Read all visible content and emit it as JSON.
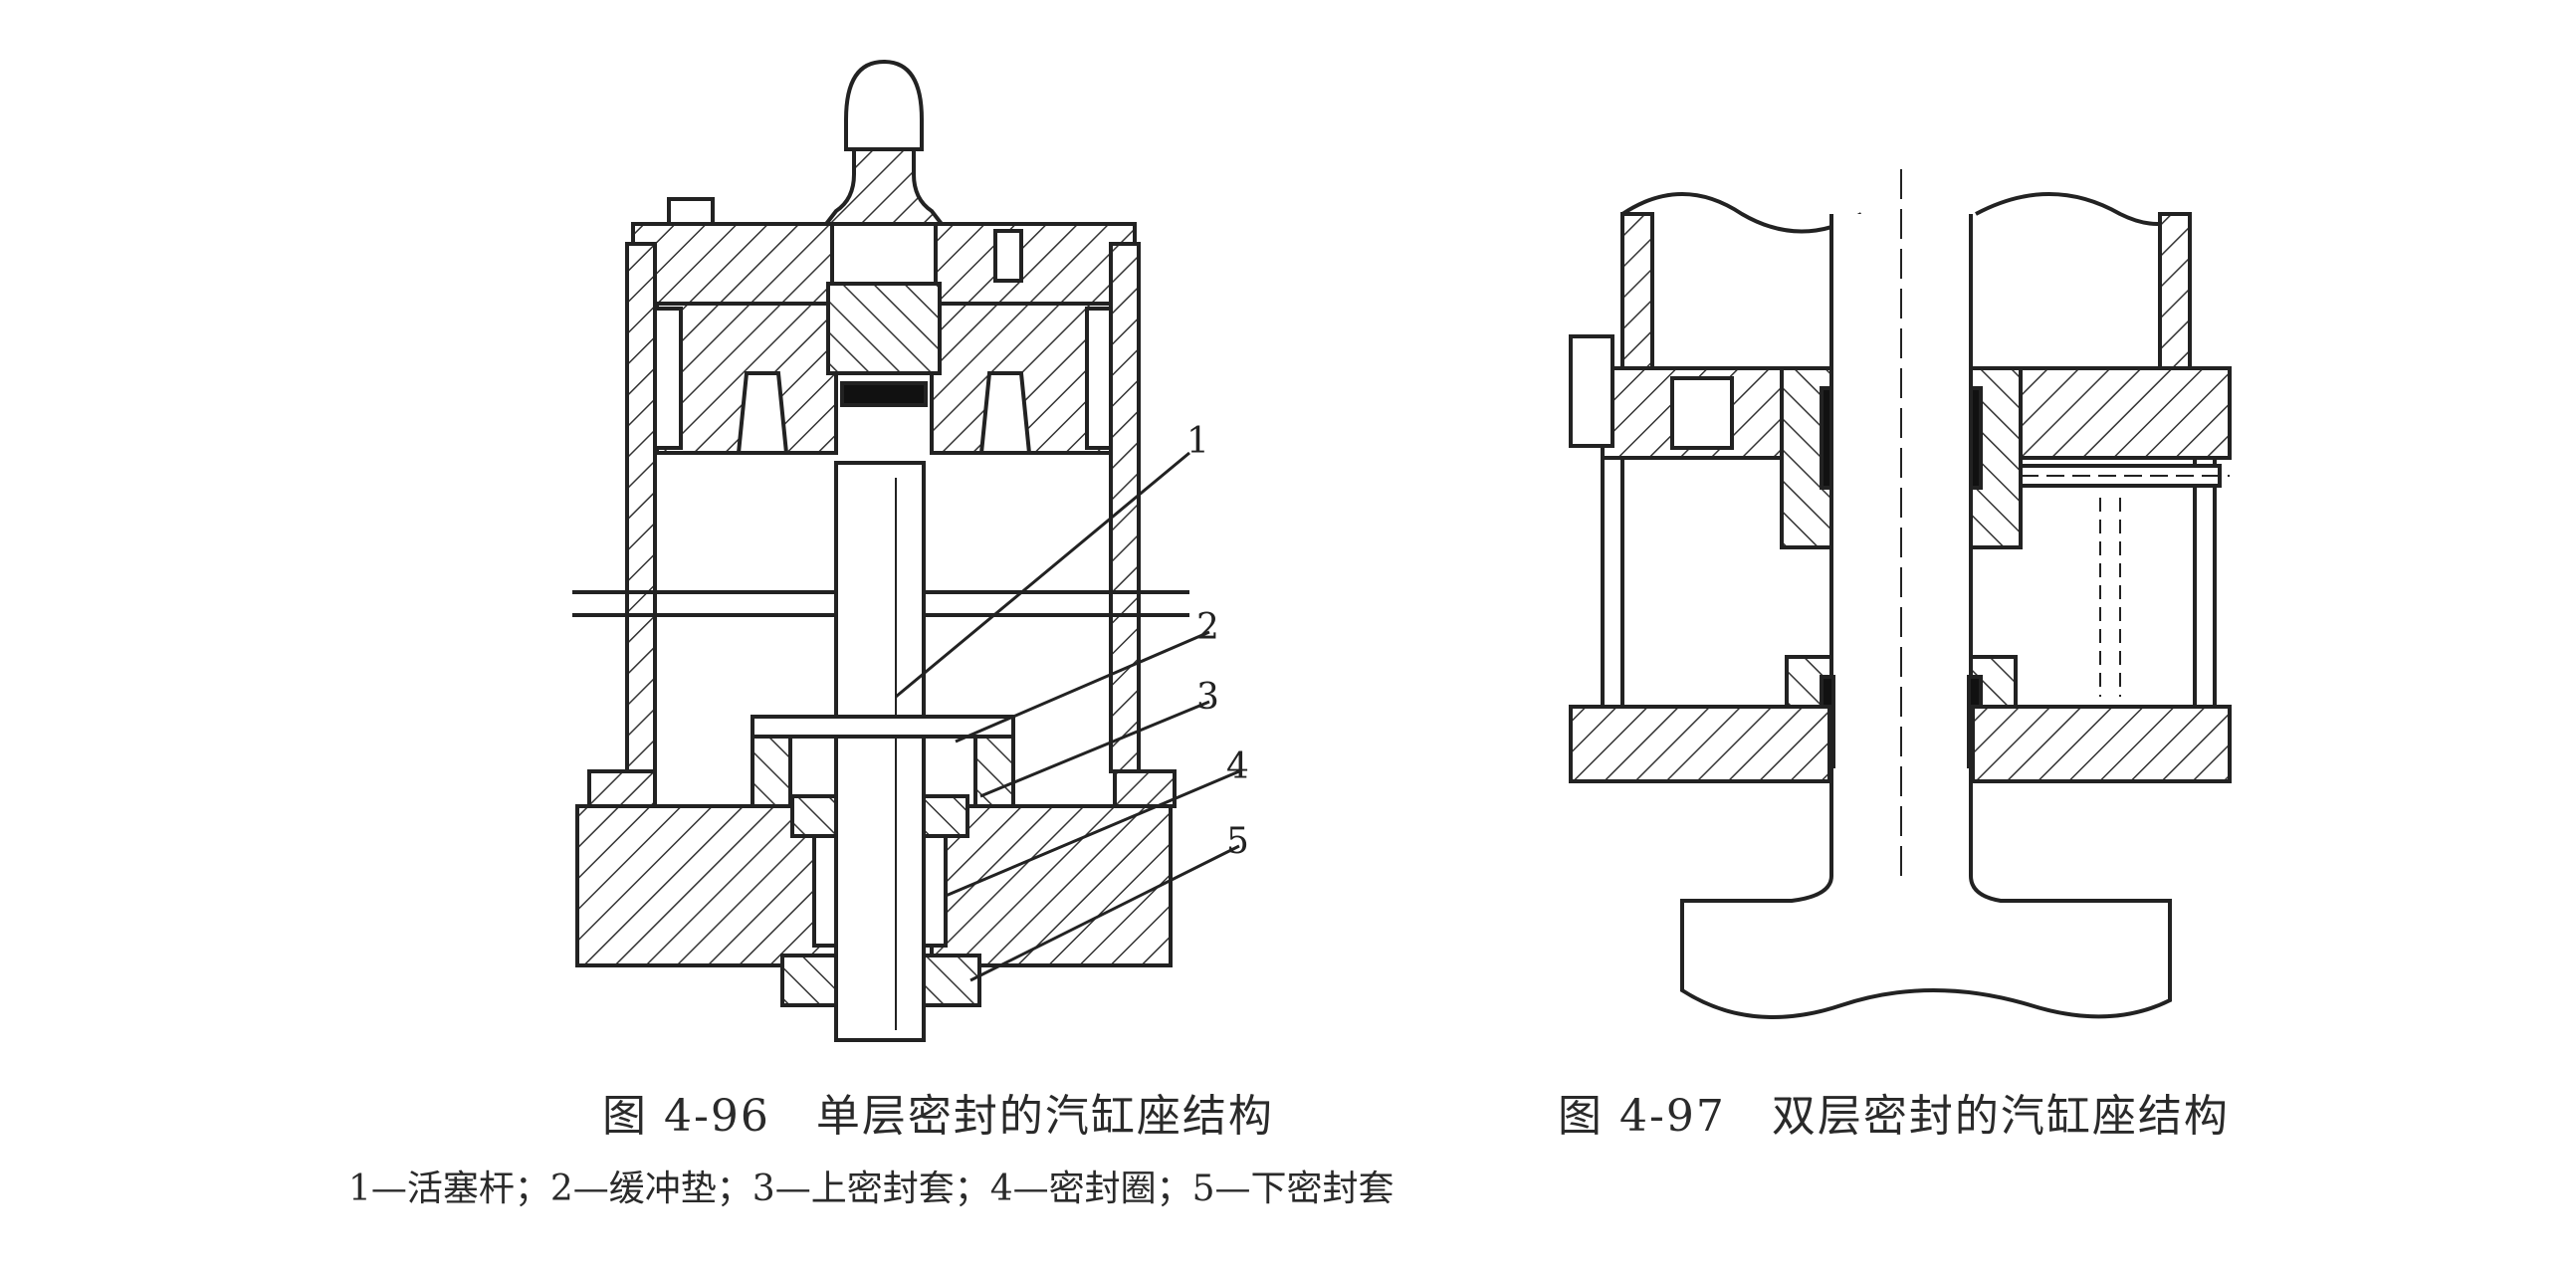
{
  "figure_96": {
    "caption": "图 4-96　单层密封的汽缸座结构",
    "legend": "1—活塞杆；2—缓冲垫；3—上密封套；4—密封圈；5—下密封套",
    "callouts": [
      "1",
      "2",
      "3",
      "4",
      "5"
    ]
  },
  "figure_97": {
    "caption": "图 4-97　双层密封的汽缸座结构"
  }
}
